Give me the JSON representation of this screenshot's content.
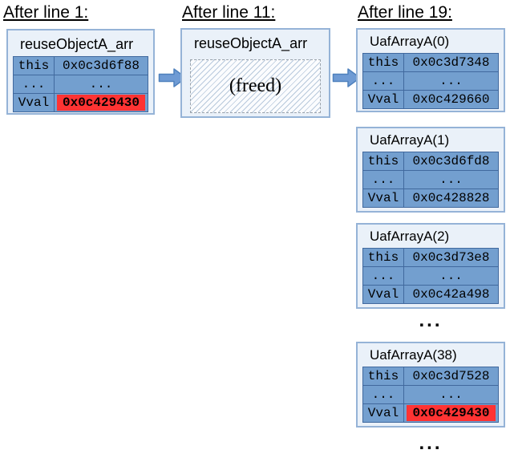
{
  "headings": {
    "col1": "After line 1:",
    "col2": "After line 11:",
    "col3": "After line 19:"
  },
  "col1": {
    "title": "reuseObjectA_arr",
    "rows": [
      {
        "label": "this",
        "value": "0x0c3d6f88"
      },
      {
        "label": "...",
        "value": "..."
      },
      {
        "label": "Vval",
        "value": "0x0c429430"
      }
    ]
  },
  "col2": {
    "title": "reuseObjectA_arr",
    "freed_label": "(freed)"
  },
  "col3": {
    "boxes": [
      {
        "title": "UafArrayA(0)",
        "rows": [
          {
            "label": "this",
            "value": "0x0c3d7348"
          },
          {
            "label": "...",
            "value": "..."
          },
          {
            "label": "Vval",
            "value": "0x0c429660"
          }
        ]
      },
      {
        "title": "UafArrayA(1)",
        "rows": [
          {
            "label": "this",
            "value": "0x0c3d6fd8"
          },
          {
            "label": "...",
            "value": "..."
          },
          {
            "label": "Vval",
            "value": "0x0c428828"
          }
        ]
      },
      {
        "title": "UafArrayA(2)",
        "rows": [
          {
            "label": "this",
            "value": "0x0c3d73e8"
          },
          {
            "label": "...",
            "value": "..."
          },
          {
            "label": "Vval",
            "value": "0x0c42a498"
          }
        ]
      },
      {
        "title": "UafArrayA(38)",
        "rows": [
          {
            "label": "this",
            "value": "0x0c3d7528"
          },
          {
            "label": "...",
            "value": "..."
          },
          {
            "label": "Vval",
            "value": "0x0c429430"
          }
        ]
      }
    ],
    "ellipsis_mid": "...",
    "ellipsis_end": "..."
  },
  "colors": {
    "box_bg": "#eaf1f9",
    "box_border": "#95b3d7",
    "cell_bg": "#739fcf",
    "cell_border": "#41699e",
    "highlight_bg": "#ff3333",
    "arrow_fill": "#6f9bd4",
    "arrow_stroke": "#4f81bd",
    "hatch_bg": "#fbfcfe",
    "hatch_line": "#b8c9dc",
    "hatch_border": "#9aa3ac"
  }
}
